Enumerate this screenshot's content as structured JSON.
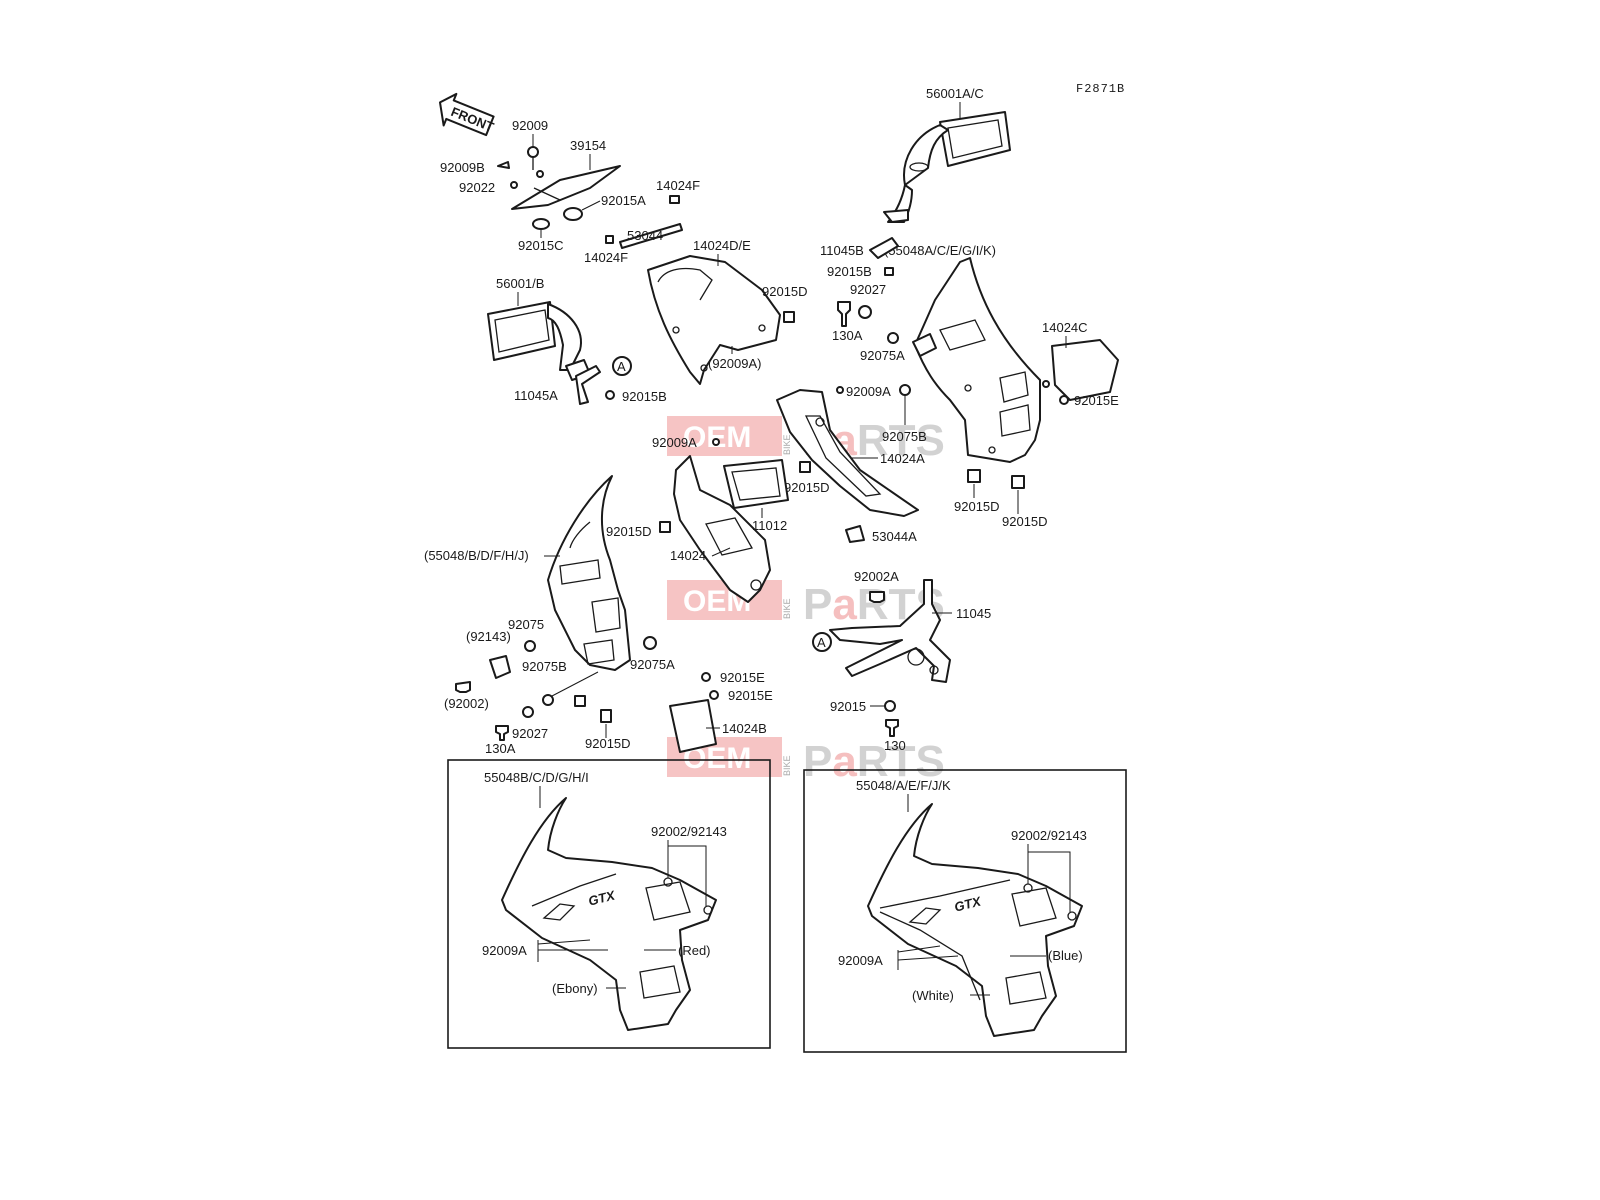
{
  "figure_code": "F2871B",
  "front_label": "FRONT",
  "watermark": {
    "oem": "OEM",
    "bike": "BIKE",
    "parts_p": "P",
    "parts_a": "a",
    "parts_rts": "RTS"
  },
  "labels": {
    "p56001ac": "56001A/C",
    "p92009_top": "92009",
    "p39154": "39154",
    "p92009b": "92009B",
    "p92022": "92022",
    "p92015a": "92015A",
    "p14024f_top": "14024F",
    "p92015c": "92015C",
    "p53044": "53044",
    "p14024f_bot": "14024F",
    "p14024de": "14024D/E",
    "p11045b": "11045B",
    "p55048acegik": "(55048A/C/E/G/I/K)",
    "p92015b_r": "92015B",
    "p92027_r": "92027",
    "p56001b": "56001/B",
    "p92015d_1": "92015D",
    "p130a_r": "130A",
    "p14024c": "14024C",
    "p92075a_r": "92075A",
    "p92009a_p": "(92009A)",
    "p11045a": "11045A",
    "p92015b_l": "92015B",
    "p92009a_r": "92009A",
    "p92015e_r": "92015E",
    "p92075b_r": "92075B",
    "p92009a_m": "92009A",
    "p14024a": "14024A",
    "p92015d_2": "92015D",
    "p92015d_3": "92015D",
    "p92015d_4": "92015D",
    "p11012": "11012",
    "p92015d_5": "92015D",
    "p53044a": "53044A",
    "p55048bdfhj": "(55048/B/D/F/H/J)",
    "p14024": "14024",
    "p92002a": "92002A",
    "p11045": "11045",
    "p92075": "92075",
    "p92143p": "(92143)",
    "p92075a_l": "92075A",
    "p92075b_l": "92075B",
    "p92015e_1": "92015E",
    "p92002p": "(92002)",
    "p92015e_2": "92015E",
    "p92015": "92015",
    "p92027_l": "92027",
    "p14024b": "14024B",
    "p130a_l": "130A",
    "p92015d_6": "92015D",
    "p130": "130"
  },
  "inset_left": {
    "part_no": "55048B/C/D/G/H/I",
    "fastener": "92002/92143",
    "clip": "92009A",
    "color_upper": "(Red)",
    "color_lower": "(Ebony)",
    "logo": "GTX"
  },
  "inset_right": {
    "part_no": "55048/A/E/F/J/K",
    "fastener": "92002/92143",
    "clip": "92009A",
    "color_upper": "(Blue)",
    "color_lower": "(White)",
    "logo": "GTX"
  },
  "ref_marker": "A"
}
